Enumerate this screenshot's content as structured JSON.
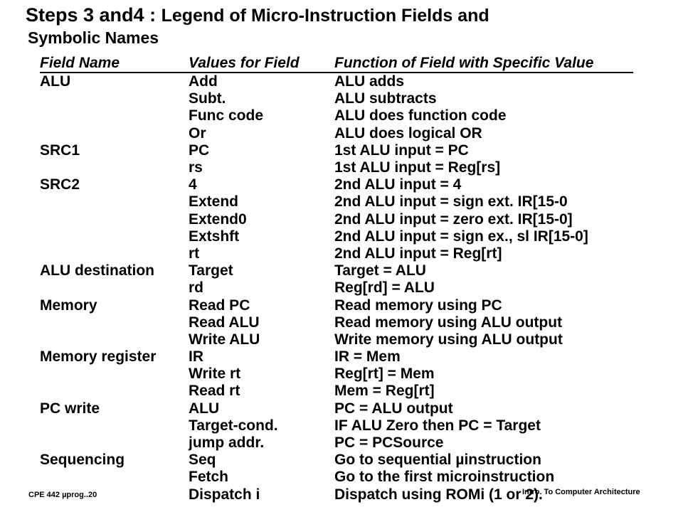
{
  "title": {
    "prefix": "Steps 3 and4 : ",
    "line1_rest": "Legend of Micro-Instruction Fields and",
    "line2": "Symbolic Names"
  },
  "table": {
    "headers": [
      "Field Name",
      "Values for Field",
      "Function of Field with Specific Value"
    ],
    "rows": [
      [
        "ALU",
        "Add",
        "ALU adds"
      ],
      [
        "",
        "Subt.",
        "ALU subtracts"
      ],
      [
        "",
        "Func code",
        "ALU does function code"
      ],
      [
        "",
        "Or",
        "ALU does logical OR"
      ],
      [
        "SRC1",
        "PC",
        "1st ALU input = PC"
      ],
      [
        "",
        "rs",
        "1st ALU input = Reg[rs]"
      ],
      [
        "SRC2",
        "4",
        "2nd ALU input = 4"
      ],
      [
        "",
        "Extend",
        "2nd ALU input = sign ext. IR[15-0"
      ],
      [
        "",
        "Extend0",
        "2nd ALU input = zero ext. IR[15-0]"
      ],
      [
        "",
        "Extshft",
        "2nd ALU input = sign ex., sl IR[15-0]"
      ],
      [
        "",
        "rt",
        "2nd ALU input = Reg[rt]"
      ],
      [
        "ALU destination",
        "Target",
        "Target = ALU"
      ],
      [
        "",
        "rd",
        "Reg[rd] = ALU"
      ],
      [
        "Memory",
        "Read PC",
        "Read memory using PC"
      ],
      [
        "",
        "Read ALU",
        "Read memory using ALU output"
      ],
      [
        "",
        "Write ALU",
        "Write memory using ALU output"
      ],
      [
        "Memory register",
        "IR",
        "IR = Mem"
      ],
      [
        "",
        "Write rt",
        "Reg[rt] = Mem"
      ],
      [
        "",
        "Read rt",
        "Mem = Reg[rt]"
      ],
      [
        "PC write",
        "ALU",
        "PC = ALU output"
      ],
      [
        "",
        "Target-cond.",
        "IF ALU Zero then PC = Target"
      ],
      [
        "",
        "jump addr.",
        "PC = PCSource"
      ],
      [
        "Sequencing",
        "Seq",
        "Go to sequential µinstruction"
      ],
      [
        "",
        "Fetch",
        "Go to the first microinstruction"
      ],
      [
        "",
        "Dispatch i",
        "Dispatch using ROMi (1 or 2)."
      ]
    ]
  },
  "footer": {
    "left": "CPE 442  µprog..20",
    "right": "Intro. To Computer  Architecture"
  }
}
